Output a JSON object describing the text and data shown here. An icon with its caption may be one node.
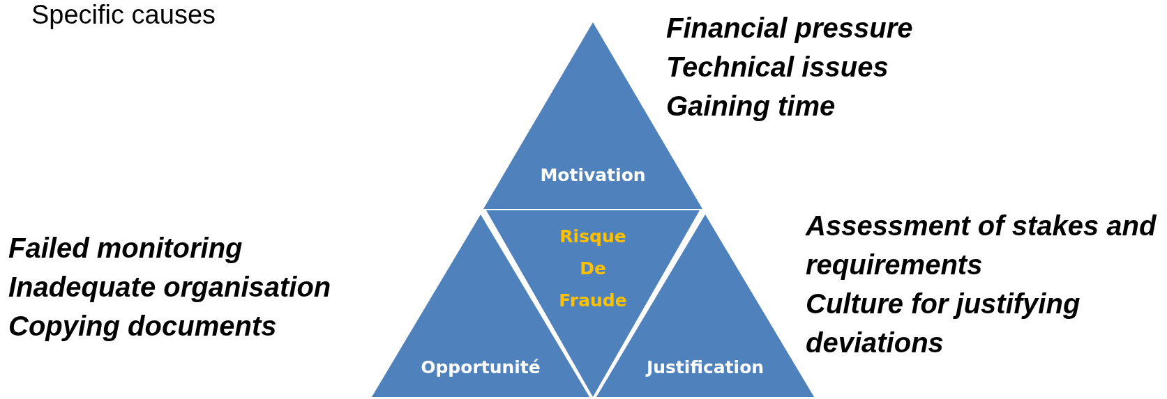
{
  "diagram": {
    "title": "Specific causes",
    "nodes": [
      {
        "text": [
          "Motivation"
        ],
        "beside": [
          "Financial pressure",
          "Technical issues",
          "Gaining time"
        ]
      },
      {
        "text": [
          "Risque De Fraude"
        ]
      },
      {
        "text": [
          "Opportunité"
        ],
        "beside": [
          "Failed monitoring",
          "Inadequate organisation",
          "Copying documents"
        ]
      },
      {
        "text": [
          "Justification"
        ],
        "beside": [
          "Assessment of stakes and requirements",
          "Culture for justifying deviations"
        ]
      }
    ],
    "edges": []
  }
}
